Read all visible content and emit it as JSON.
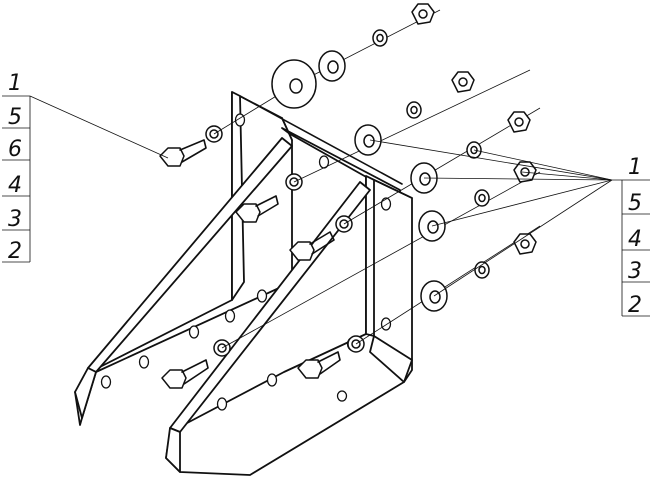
{
  "callouts": {
    "left": [
      "1",
      "5",
      "6",
      "4",
      "3",
      "2"
    ],
    "right": [
      "1",
      "5",
      "4",
      "3",
      "2"
    ]
  },
  "colors": {
    "line": "#111111",
    "background": "#ffffff"
  }
}
